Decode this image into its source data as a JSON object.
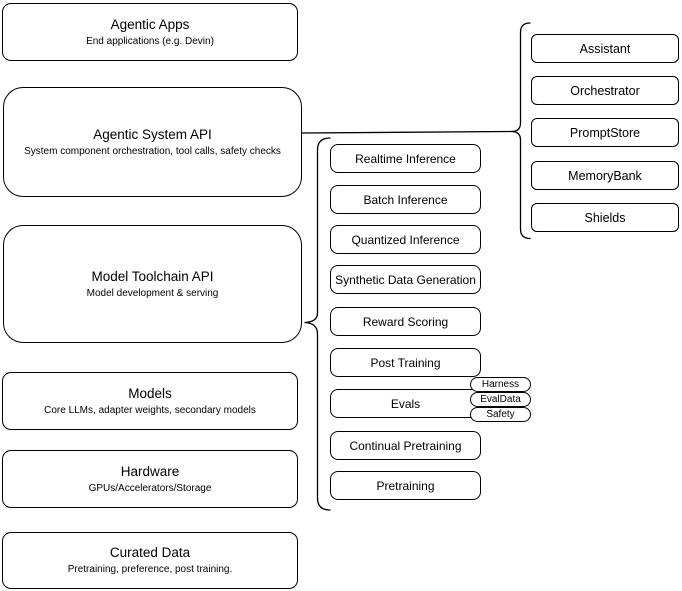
{
  "diagram": {
    "layers": [
      {
        "title": "Agentic Apps",
        "subtitle": "End applications (e.g. Devin)"
      },
      {
        "title": "Agentic System API",
        "subtitle": "System component orchestration, tool calls, safety checks"
      },
      {
        "title": "Model Toolchain API",
        "subtitle": "Model development & serving"
      },
      {
        "title": "Models",
        "subtitle": "Core LLMs, adapter weights, secondary models"
      },
      {
        "title": "Hardware",
        "subtitle": "GPUs/Accelerators/Storage"
      },
      {
        "title": "Curated Data",
        "subtitle": "Pretraining, preference, post training."
      }
    ],
    "toolchain_components": [
      "Realtime Inference",
      "Batch Inference",
      "Quantized Inference",
      "Synthetic Data Generation",
      "Reward Scoring",
      "Post Training",
      "Evals",
      "Continual Pretraining",
      "Pretraining"
    ],
    "eval_tags": [
      "Harness",
      "EvalData",
      "Safety"
    ],
    "system_components": [
      "Assistant",
      "Orchestrator",
      "PromptStore",
      "MemoryBank",
      "Shields"
    ],
    "colors": {
      "stroke": "#000000",
      "background": "#ffffff",
      "text": "#000000"
    }
  }
}
